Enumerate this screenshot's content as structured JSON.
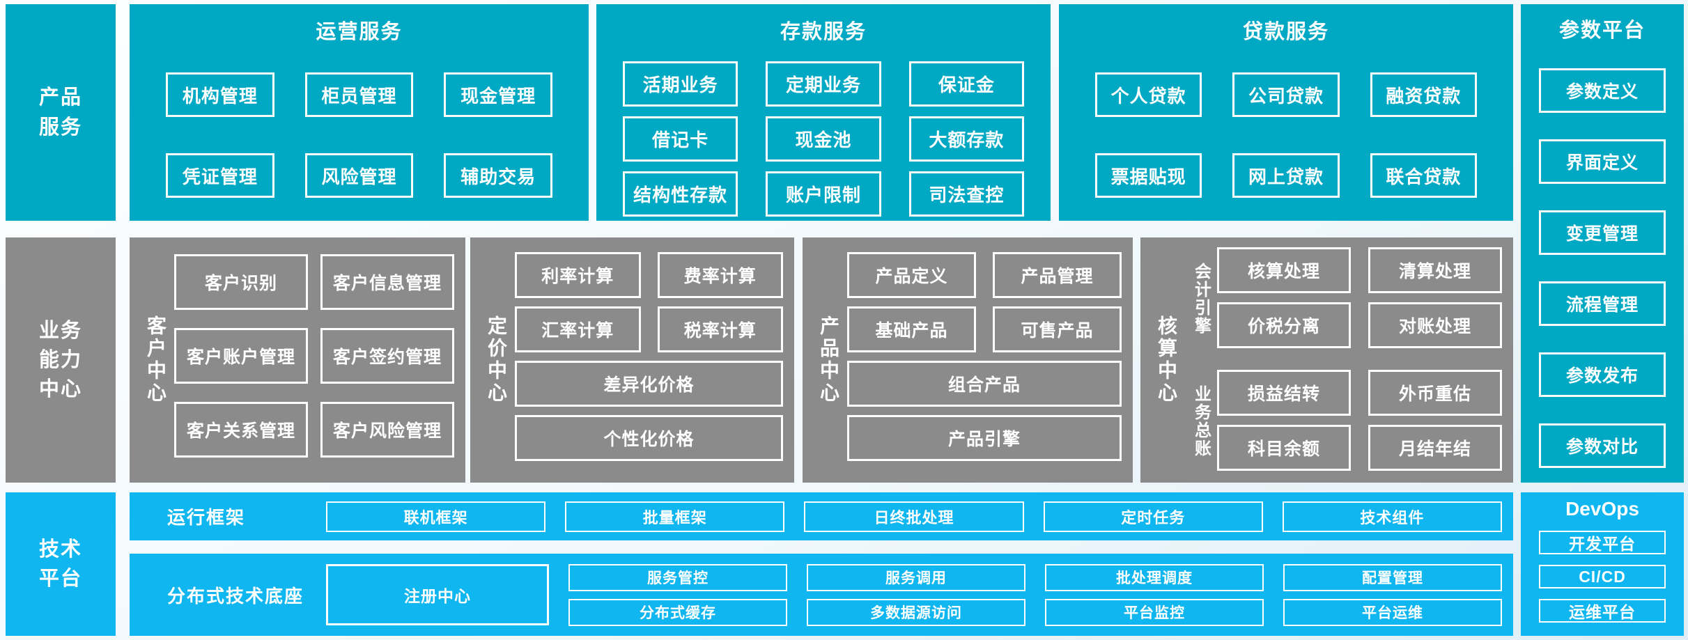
{
  "colors": {
    "teal": "#00A9C3",
    "gray": "#8B8B8B",
    "blue": "#0FB6EF",
    "text": "#FFFFFF"
  },
  "top": {
    "sidebar": "产品\n服务",
    "panels": [
      {
        "title": "运营服务",
        "items": [
          "机构管理",
          "柜员管理",
          "现金管理",
          "凭证管理",
          "风险管理",
          "辅助交易"
        ]
      },
      {
        "title": "存款服务",
        "items": [
          "活期业务",
          "定期业务",
          "保证金",
          "借记卡",
          "现金池",
          "大额存款",
          "结构性存款",
          "账户限制",
          "司法查控"
        ]
      },
      {
        "title": "贷款服务",
        "items": [
          "个人贷款",
          "公司贷款",
          "融资贷款",
          "票据贴现",
          "网上贷款",
          "联合贷款"
        ]
      }
    ]
  },
  "param": {
    "title": "参数平台",
    "items": [
      "参数定义",
      "界面定义",
      "变更管理",
      "流程管理",
      "参数发布",
      "参数对比"
    ]
  },
  "mid": {
    "sidebar": "业务\n能力\n中心",
    "customer": {
      "label": "客户中心",
      "items": [
        "客户识别",
        "客户信息管理",
        "客户账户管理",
        "客户签约管理",
        "客户关系管理",
        "客户风险管理"
      ]
    },
    "pricing": {
      "label": "定价中心",
      "pairs": [
        "利率计算",
        "费率计算",
        "汇率计算",
        "税率计算"
      ],
      "wide": [
        "差异化价格",
        "个性化价格"
      ]
    },
    "product": {
      "label": "产品中心",
      "pairs": [
        "产品定义",
        "产品管理",
        "基础产品",
        "可售产品"
      ],
      "wide": [
        "组合产品",
        "产品引擎"
      ]
    },
    "accounting": {
      "label": "核算中心",
      "groups": [
        {
          "label": "会计引擎",
          "items": [
            "核算处理",
            "清算处理",
            "价税分离",
            "对账处理"
          ]
        },
        {
          "label": "业务总账",
          "items": [
            "损益结转",
            "外币重估",
            "科目余额",
            "月结年结"
          ]
        }
      ]
    }
  },
  "tech": {
    "sidebar": "技术\n平台",
    "runtime": {
      "label": "运行框架",
      "items": [
        "联机框架",
        "批量框架",
        "日终批处理",
        "定时任务",
        "技术组件"
      ]
    },
    "base": {
      "label": "分布式技术底座",
      "registry": "注册中心",
      "row1": [
        "服务管控",
        "服务调用",
        "批处理调度",
        "配置管理"
      ],
      "row2": [
        "分布式缓存",
        "多数据源访问",
        "平台监控",
        "平台运维"
      ]
    },
    "devops": {
      "title": "DevOps",
      "items": [
        "开发平台",
        "CI/CD",
        "运维平台"
      ]
    }
  }
}
